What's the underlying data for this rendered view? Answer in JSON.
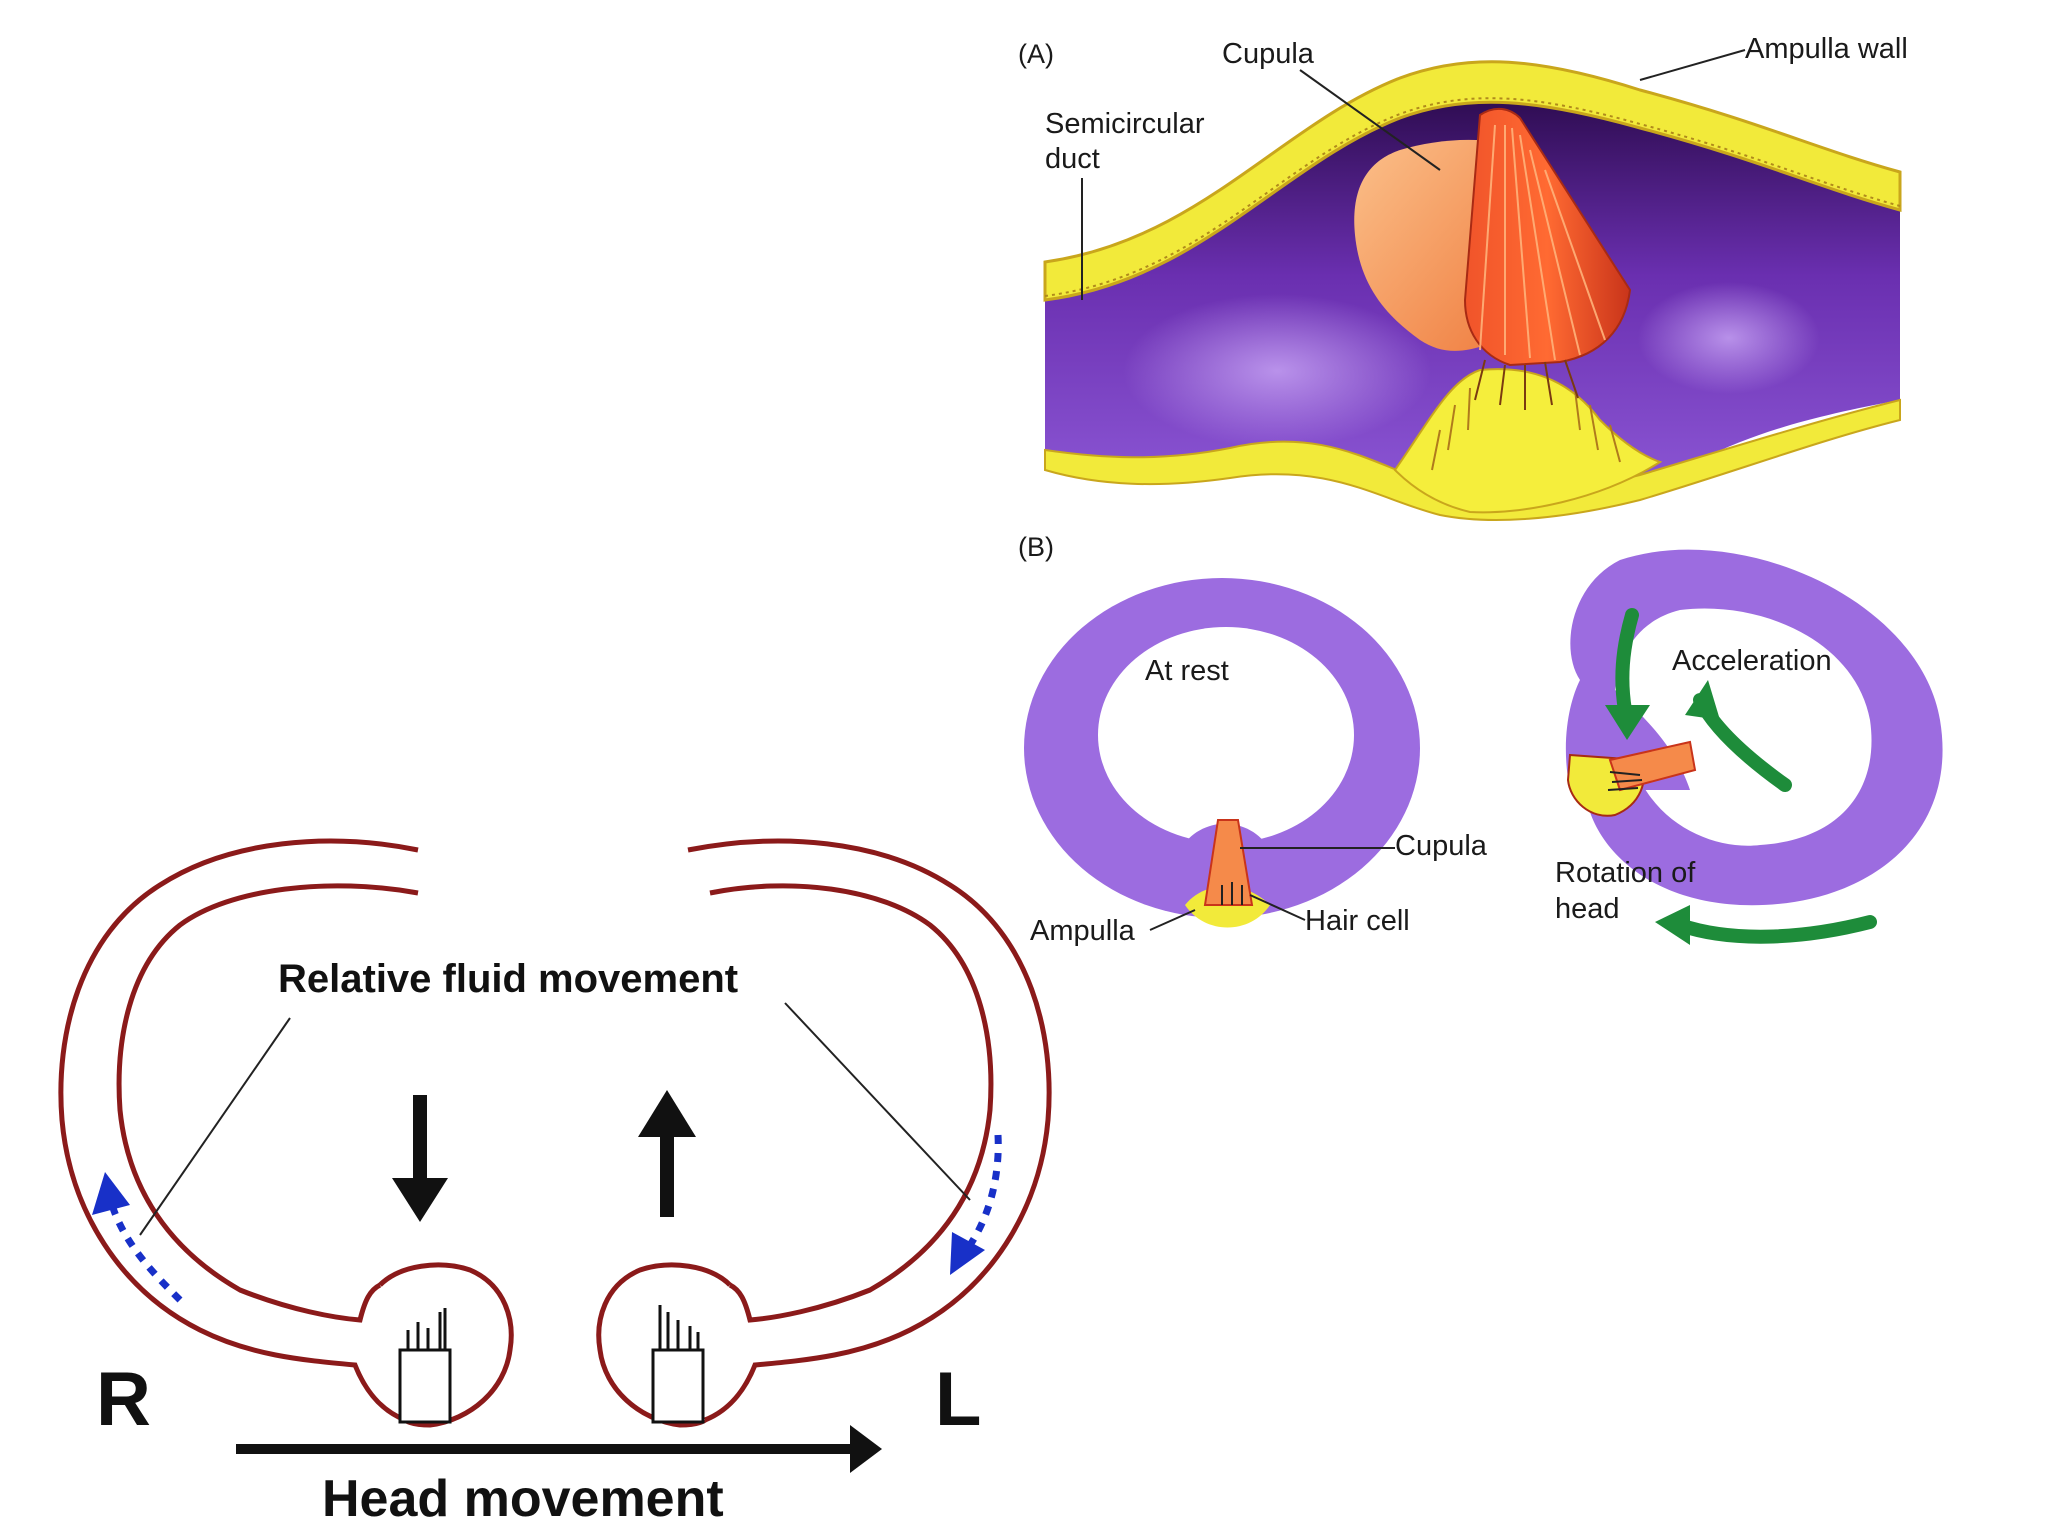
{
  "panel_a": {
    "tag": "(A)",
    "labels": {
      "cupula": "Cupula",
      "ampulla_wall": "Ampulla wall",
      "semicircular_line1": "Semicircular",
      "semicircular_line2": "duct"
    }
  },
  "panel_b": {
    "tag": "(B)",
    "rest": {
      "title": "At rest",
      "cupula": "Cupula",
      "ampulla": "Ampulla",
      "hair_cell": "Hair cell"
    },
    "accel": {
      "title": "Acceleration",
      "rotation_line1": "Rotation of",
      "rotation_line2": "head"
    }
  },
  "lower": {
    "relative_fluid": "Relative fluid movement",
    "right_letter": "R",
    "left_letter": "L",
    "head_movement": "Head movement"
  },
  "colors": {
    "duct_purple": "#7a3fc0",
    "ring_purple": "#9c6ce0",
    "wall_yellow": "#f2ea3a",
    "cupula_orange": "#f58a4a",
    "hair_red": "#e8461e",
    "canal_red": "#8b1a1a",
    "fluid_blue": "#1830c8",
    "rotation_green": "#1e8c3a"
  }
}
